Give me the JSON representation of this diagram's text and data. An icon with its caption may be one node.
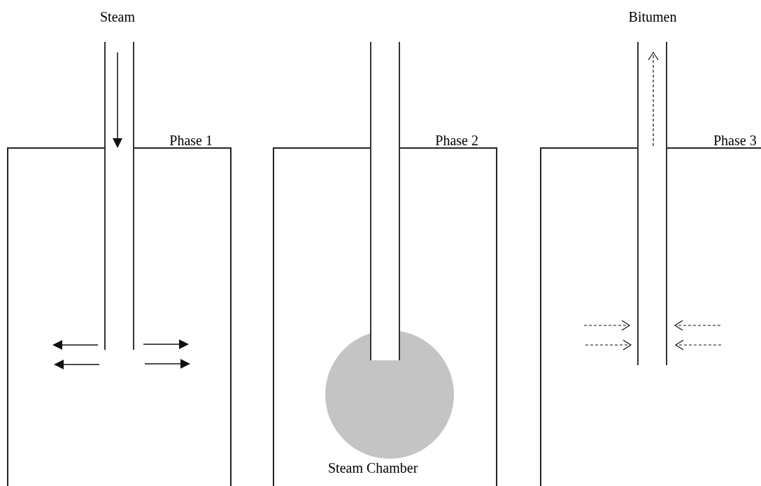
{
  "diagram": {
    "nodes": [
      {
        "text": [
          "Phase 1"
        ]
      },
      {
        "text": [
          "Phase 2"
        ]
      },
      {
        "text": [
          "Phase 3"
        ]
      },
      {
        "text": [
          "Steam Chamber"
        ],
        "in": 1
      },
      {
        "text": [],
        "shape": "pipe"
      },
      {
        "text": [],
        "shape": "pipe"
      },
      {
        "text": [],
        "shape": "pipe"
      }
    ],
    "labels": [
      "Steam",
      "Bitumen"
    ]
  }
}
